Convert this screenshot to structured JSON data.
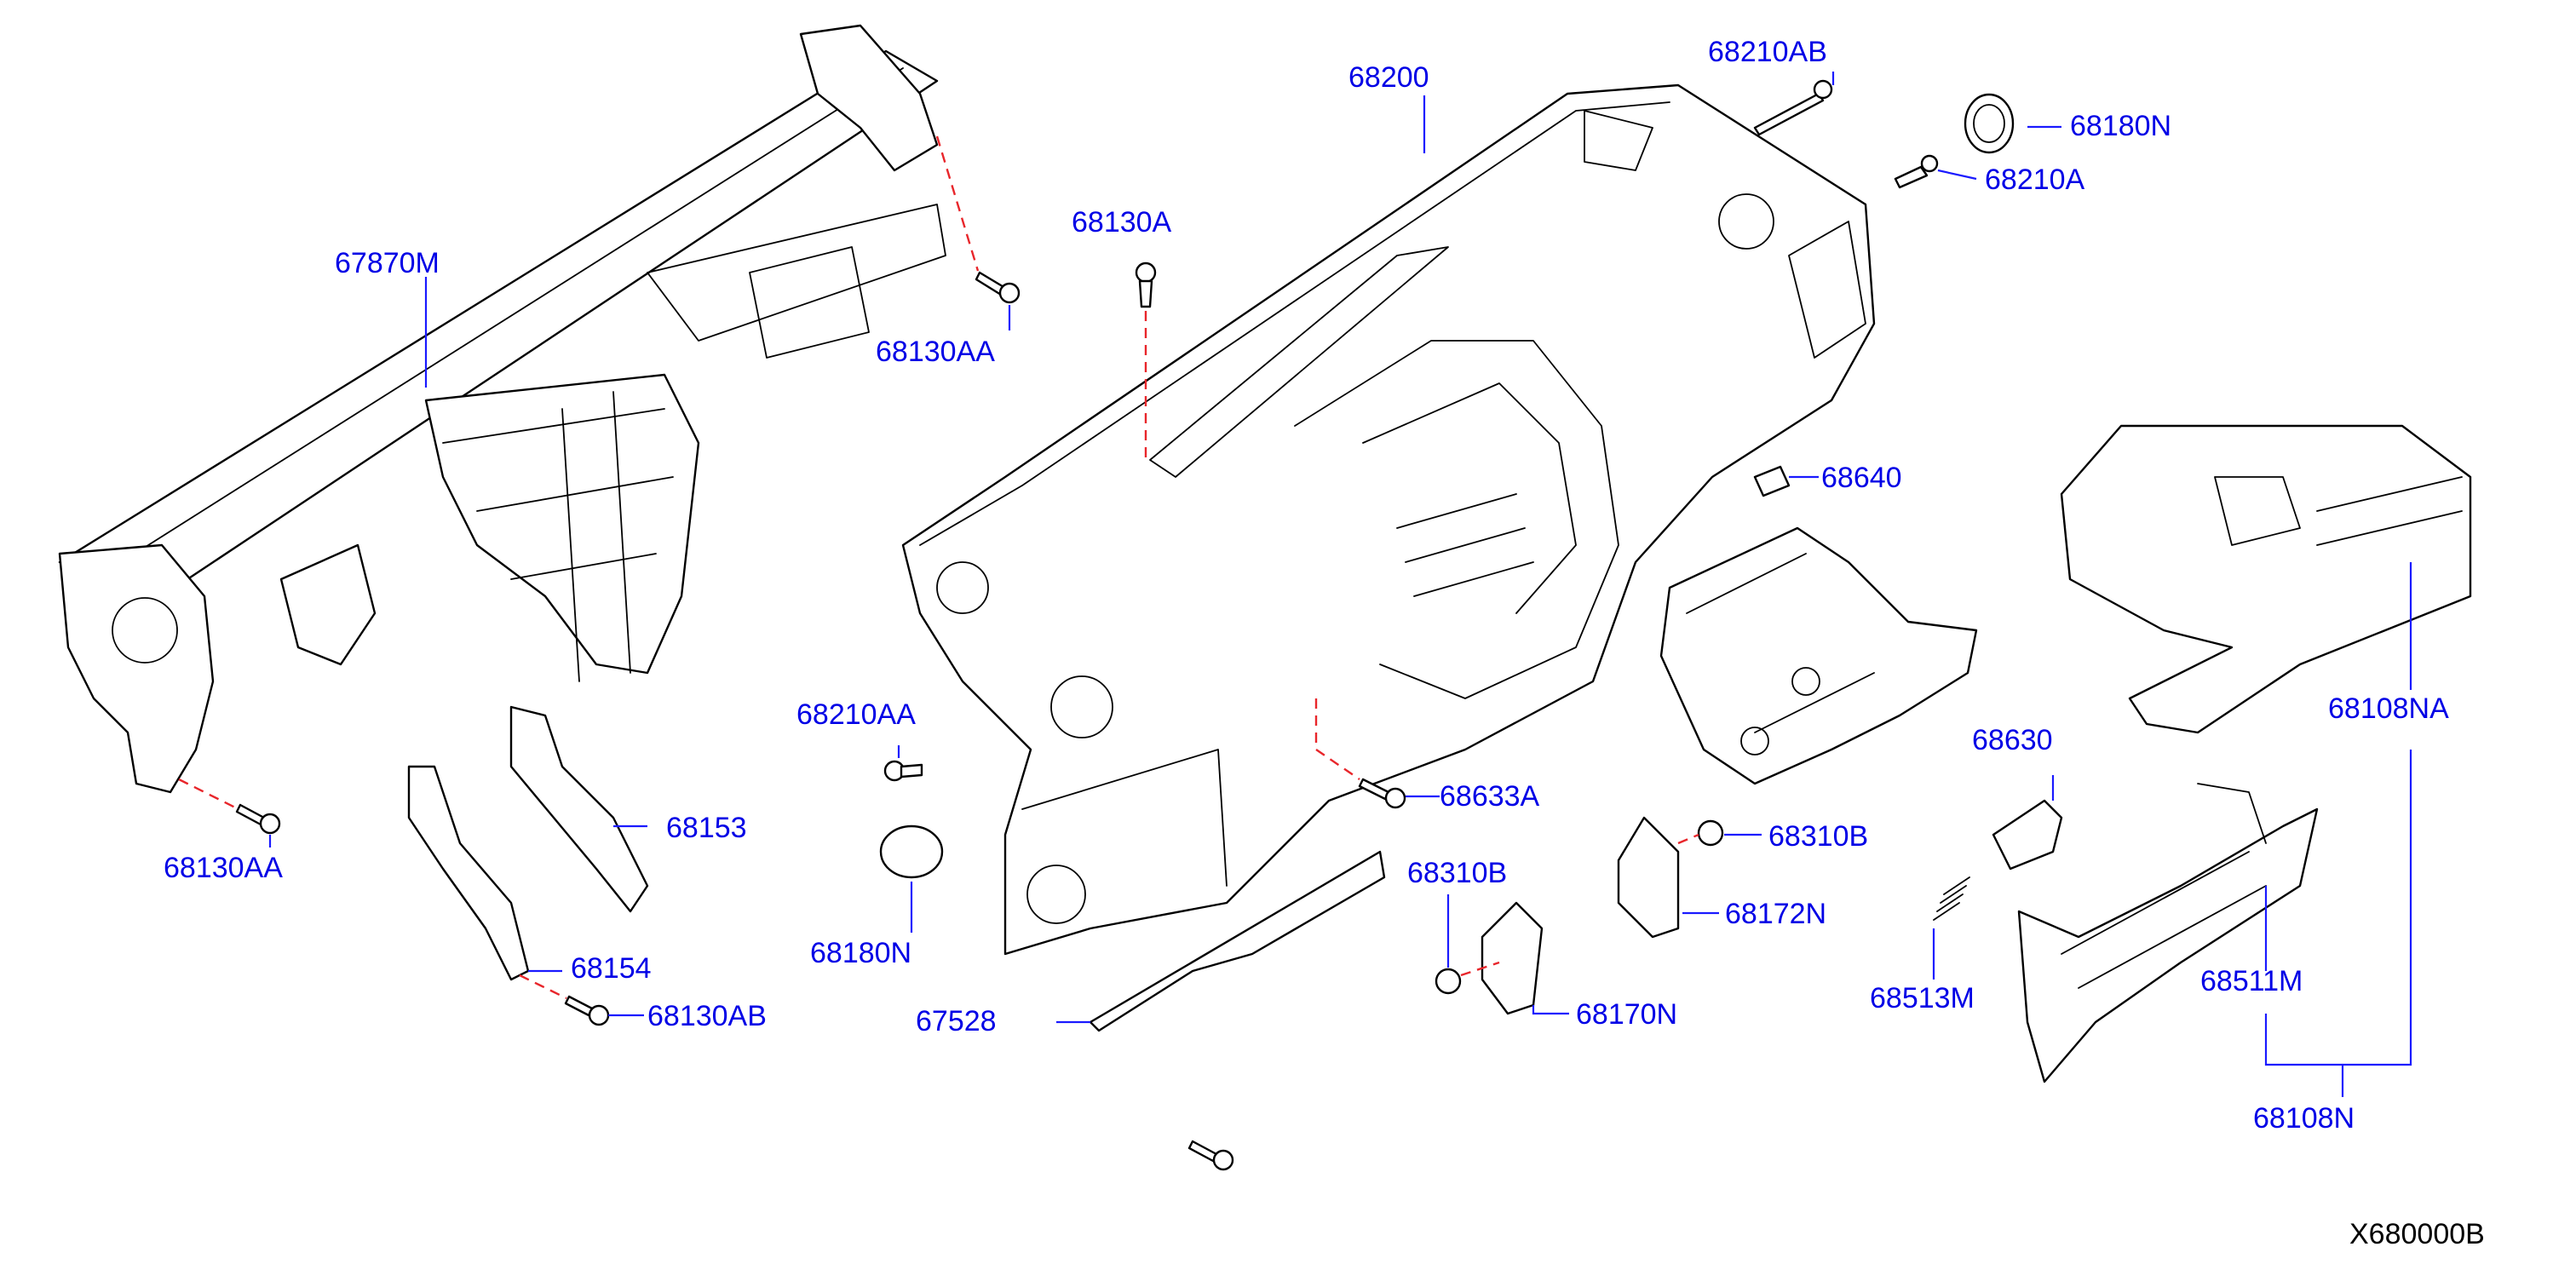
{
  "diagram": {
    "drawing_code": "X680000B",
    "colors": {
      "label": "#0000e6",
      "leader": "#1a1aff",
      "linework": "#000000",
      "dashed_ref": "#e8262b",
      "background": "#ffffff"
    },
    "labels": {
      "p67870M": "67870M",
      "p68200": "68200",
      "p68210AB": "68210AB",
      "p68180N_top": "68180N",
      "p68210A": "68210A",
      "p68130A": "68130A",
      "p68130AA_top": "68130AA",
      "p68640": "68640",
      "p68108NA": "68108NA",
      "p68210AA": "68210AA",
      "p68630": "68630",
      "p68633A": "68633A",
      "p68310B_right": "68310B",
      "p68153": "68153",
      "p68130AA_left": "68130AA",
      "p68310B_mid": "68310B",
      "p68172N": "68172N",
      "p68180N_mid": "68180N",
      "p68154": "68154",
      "p68130AB": "68130AB",
      "p68170N": "68170N",
      "p68513M": "68513M",
      "p68511M": "68511M",
      "p67528": "67528",
      "p68108N": "68108N"
    }
  }
}
